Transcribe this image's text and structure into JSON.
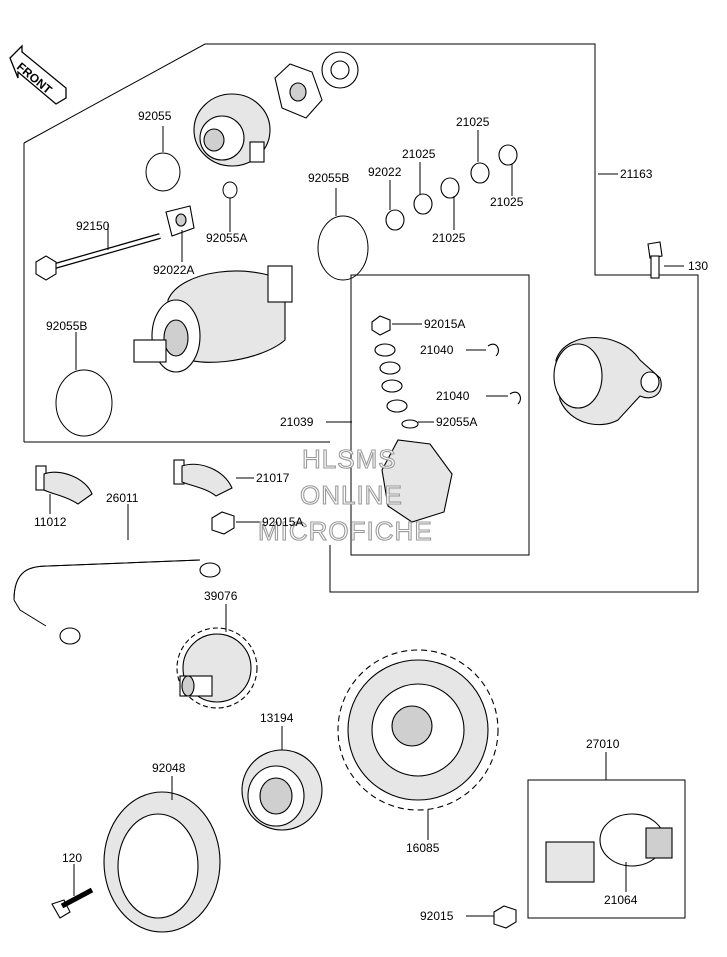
{
  "front_badge": "FRONT",
  "watermark": [
    "HLSMS",
    "ONLINE",
    "MICROFICHE"
  ],
  "parts": {
    "p92055": "92055",
    "p92055A_top": "92055A",
    "p92022A": "92022A",
    "p92150": "92150",
    "p92055B_left": "92055B",
    "p92055B_right": "92055B",
    "p92022": "92022",
    "p21025_a": "21025",
    "p21025_b": "21025",
    "p21025_c": "21025",
    "p21025_d": "21025",
    "p21163": "21163",
    "p130": "130",
    "p92015A_top": "92015A",
    "p21040_a": "21040",
    "p21040_b": "21040",
    "p92055A_mid": "92055A",
    "p21039": "21039",
    "p21017": "21017",
    "p92015A_low": "92015A",
    "p11012": "11012",
    "p26011": "26011",
    "p39076": "39076",
    "p13194": "13194",
    "p92048": "92048",
    "p16085": "16085",
    "p27010": "27010",
    "p120": "120",
    "p92015": "92015",
    "p21064": "21064"
  }
}
